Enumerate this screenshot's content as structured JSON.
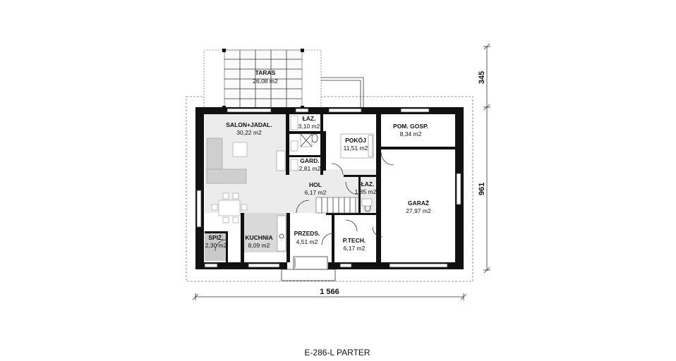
{
  "drawing_title": "E-286-L PARTER",
  "dimensions": {
    "width": "1 566",
    "depth_total": "961",
    "terrace_depth": "345"
  },
  "rooms": {
    "taras": {
      "name": "TARAS",
      "area": "26,08 m2"
    },
    "salon": {
      "name": "SALON+JADAL.",
      "area": "30,22 m2"
    },
    "laz1": {
      "name": "ŁAZ.",
      "area": "3,10 m2"
    },
    "pokoj": {
      "name": "POKÓJ",
      "area": "11,51 m2"
    },
    "pom": {
      "name": "POM. GOSP.",
      "area": "8,34 m2"
    },
    "gard": {
      "name": "GARD.",
      "area": "2,81 m2"
    },
    "hol": {
      "name": "HOL",
      "area": "6,17 m2"
    },
    "laz2": {
      "name": "ŁAZ.",
      "area": "1,85 m2"
    },
    "garaz": {
      "name": "GARAŻ",
      "area": "27,97 m2"
    },
    "spiz": {
      "name": "SPIŻ.",
      "area": "2,30 m2"
    },
    "kuchnia": {
      "name": "KUCHNIA",
      "area": "8,09 m2"
    },
    "przeds": {
      "name": "PRZEDS.",
      "area": "4,51 m2"
    },
    "ptech": {
      "name": "P.TECH.",
      "area": "6,17 m2"
    }
  }
}
